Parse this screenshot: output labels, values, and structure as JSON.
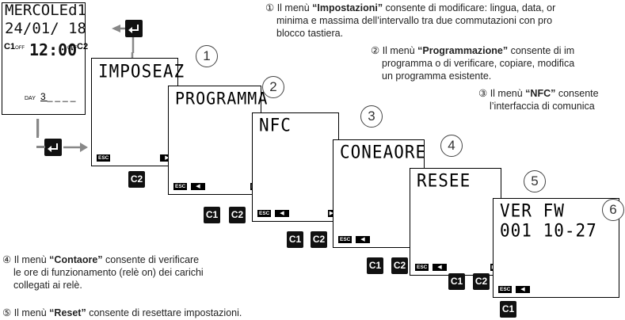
{
  "main_display": {
    "day_name": "MERCOLEd",
    "day_digit": "1",
    "date": "24/01/ 18",
    "c1_label": "C1",
    "c1_state": "OFF",
    "time": "12:00",
    "c2_state": "OFF",
    "c2_label": "C2",
    "day_label": "DAY",
    "day_value": "3"
  },
  "screens": [
    {
      "number": "1",
      "text": "IMPOSEAZ",
      "esc": "ESC",
      "keys": [
        "C2"
      ]
    },
    {
      "number": "2",
      "text": "PROGRAMMA",
      "esc": "ESC",
      "keys": [
        "C1",
        "C2"
      ]
    },
    {
      "number": "3",
      "text": "NFC",
      "esc": "ESC",
      "keys": [
        "C1",
        "C2"
      ]
    },
    {
      "number": "4",
      "text": "CONEAORE",
      "esc": "ESC",
      "keys": [
        "C1",
        "C2"
      ]
    },
    {
      "number": "5",
      "text": "RESEE",
      "esc": "ESC",
      "keys": [
        "C1",
        "C2"
      ]
    },
    {
      "number": "6",
      "text_line1": "VER  FW",
      "text_line2": "001  10-27",
      "esc": "ESC",
      "keys": [
        "C1"
      ]
    }
  ],
  "notes": {
    "n1": {
      "marker": "①",
      "prefix": "Il menù ",
      "bold": "“Impostazioni”",
      "line1_rest": " consente di modificare: lingua, data, or",
      "line2": "minima e massima dell’intervallo tra due commutazioni con pro",
      "line3": "blocco tastiera."
    },
    "n2": {
      "marker": "②",
      "prefix": "Il menù ",
      "bold": "“Programmazione”",
      "line1_rest": " consente di im",
      "line2": "programma o di verificare, copiare, modifica",
      "line3": "un programma esistente."
    },
    "n3": {
      "marker": "③",
      "prefix": "Il menù ",
      "bold": "“NFC”",
      "line1_rest": " consente",
      "line2": "l’interfaccia di comunica"
    },
    "n4": {
      "marker": "④",
      "prefix": "Il menù ",
      "bold": "“Contaore”",
      "line1_rest": " consente di verificare",
      "line2": "le ore di funzionamento (relè on) dei carichi",
      "line3": "collegati ai relè."
    },
    "n5": {
      "marker": "⑤",
      "prefix": "Il menù ",
      "bold": "“Reset”",
      "line1_rest": " consente di resettare impostazioni."
    }
  }
}
